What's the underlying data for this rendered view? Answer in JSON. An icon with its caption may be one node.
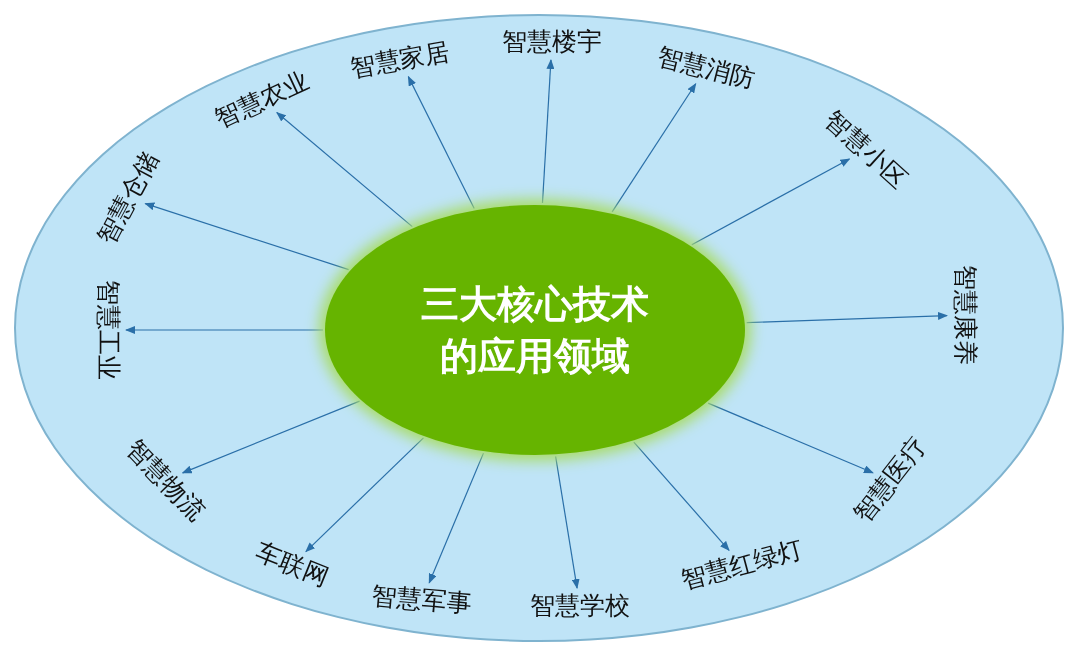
{
  "diagram": {
    "nodes": [
      {
        "text": [
          "三大核心技术的应用领域"
        ]
      },
      {
        "text": [
          "智慧仓储"
        ]
      },
      {
        "text": [
          "智慧农业"
        ]
      },
      {
        "text": [
          "智慧家居"
        ]
      },
      {
        "text": [
          "智慧楼宇"
        ]
      },
      {
        "text": [
          "智慧消防"
        ]
      },
      {
        "text": [
          "智慧小区"
        ]
      },
      {
        "text": [
          "智慧康养"
        ]
      },
      {
        "text": [
          "智慧医疗"
        ]
      },
      {
        "text": [
          "智慧红绿灯"
        ]
      },
      {
        "text": [
          "智慧学校"
        ]
      },
      {
        "text": [
          "智慧军事"
        ]
      },
      {
        "text": [
          "车联网"
        ]
      },
      {
        "text": [
          "智慧物流"
        ]
      },
      {
        "text": [
          "智慧工业"
        ]
      }
    ],
    "edges": [
      {
        "from": 0,
        "to": 1,
        "arrow": "to"
      },
      {
        "from": 0,
        "to": 2,
        "arrow": "to"
      },
      {
        "from": 0,
        "to": 3,
        "arrow": "to"
      },
      {
        "from": 0,
        "to": 4,
        "arrow": "to"
      },
      {
        "from": 0,
        "to": 5,
        "arrow": "to"
      },
      {
        "from": 0,
        "to": 6,
        "arrow": "to"
      },
      {
        "from": 0,
        "to": 7,
        "arrow": "to"
      },
      {
        "from": 0,
        "to": 8,
        "arrow": "to"
      },
      {
        "from": 0,
        "to": 9,
        "arrow": "to"
      },
      {
        "from": 0,
        "to": 10,
        "arrow": "to"
      },
      {
        "from": 0,
        "to": 11,
        "arrow": "to"
      },
      {
        "from": 0,
        "to": 12,
        "arrow": "to"
      },
      {
        "from": 0,
        "to": 13,
        "arrow": "to"
      },
      {
        "from": 0,
        "to": 14,
        "arrow": "to"
      }
    ]
  }
}
